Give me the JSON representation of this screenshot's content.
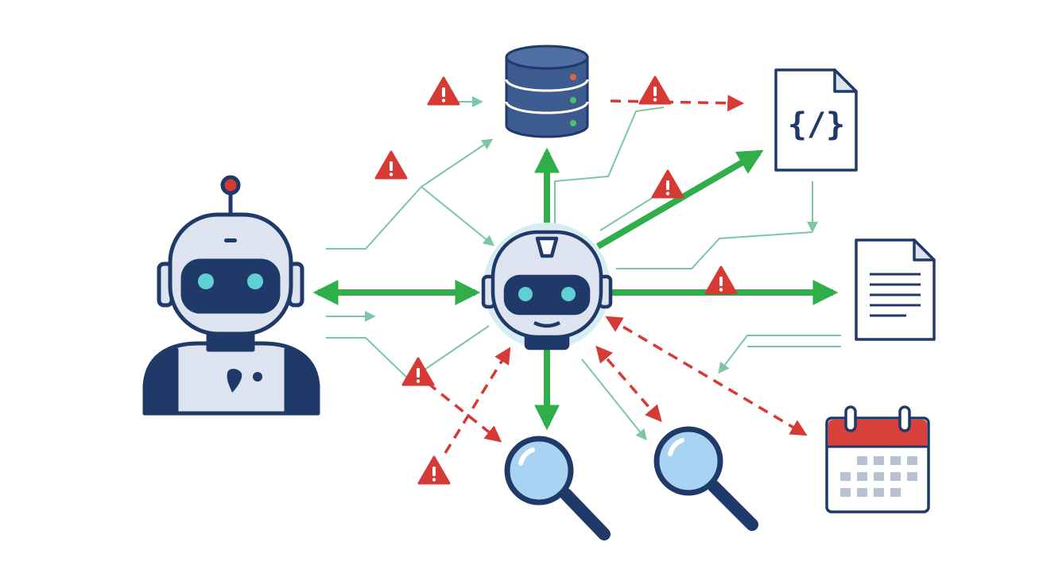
{
  "diagram": {
    "nodes": [
      {
        "id": "user-agent",
        "kind": "robot-large"
      },
      {
        "id": "hub-agent",
        "kind": "robot-small"
      },
      {
        "id": "database",
        "kind": "database-icon"
      },
      {
        "id": "code-file",
        "kind": "code-file-icon",
        "glyph": "{/}"
      },
      {
        "id": "text-document",
        "kind": "document-icon"
      },
      {
        "id": "search-tool-1",
        "kind": "magnifier-icon"
      },
      {
        "id": "search-tool-2",
        "kind": "magnifier-icon"
      },
      {
        "id": "calendar",
        "kind": "calendar-icon"
      }
    ],
    "connections": [
      {
        "from": "user-agent",
        "to": "hub-agent",
        "style": "solid-green-thick",
        "bidirectional": true
      },
      {
        "from": "hub-agent",
        "to": "database",
        "style": "solid-green-thick"
      },
      {
        "from": "hub-agent",
        "to": "code-file",
        "style": "solid-green-thick"
      },
      {
        "from": "hub-agent",
        "to": "text-document",
        "style": "solid-green-thick",
        "warning": true
      },
      {
        "from": "hub-agent",
        "to": "search-tool-1",
        "style": "solid-green-thick"
      },
      {
        "from": "database",
        "to": "code-file",
        "style": "dashed-red",
        "warning": true
      },
      {
        "from": "hub-agent",
        "to": "calendar",
        "style": "dashed-red"
      },
      {
        "from": "search-tool-2",
        "to": "hub-agent",
        "style": "dashed-red",
        "bidirectional": true
      },
      {
        "from": "user-agent",
        "to": "search-tool-1",
        "style": "dashed-red",
        "warning": true
      },
      {
        "from": "search-tool-1",
        "to": "hub-agent",
        "style": "dashed-red",
        "warning": true
      }
    ],
    "colors": {
      "navy": "#1f3a68",
      "robot_fill": "#dde3ef",
      "green": "#2fae4a",
      "light_green": "#7cc6a3",
      "red": "#d63a34",
      "lens_blue": "#a9d3f2",
      "eye_cyan": "#5fd0d4",
      "calendar_header": "#d9423a",
      "calendar_cell": "#b9c2d3"
    }
  }
}
